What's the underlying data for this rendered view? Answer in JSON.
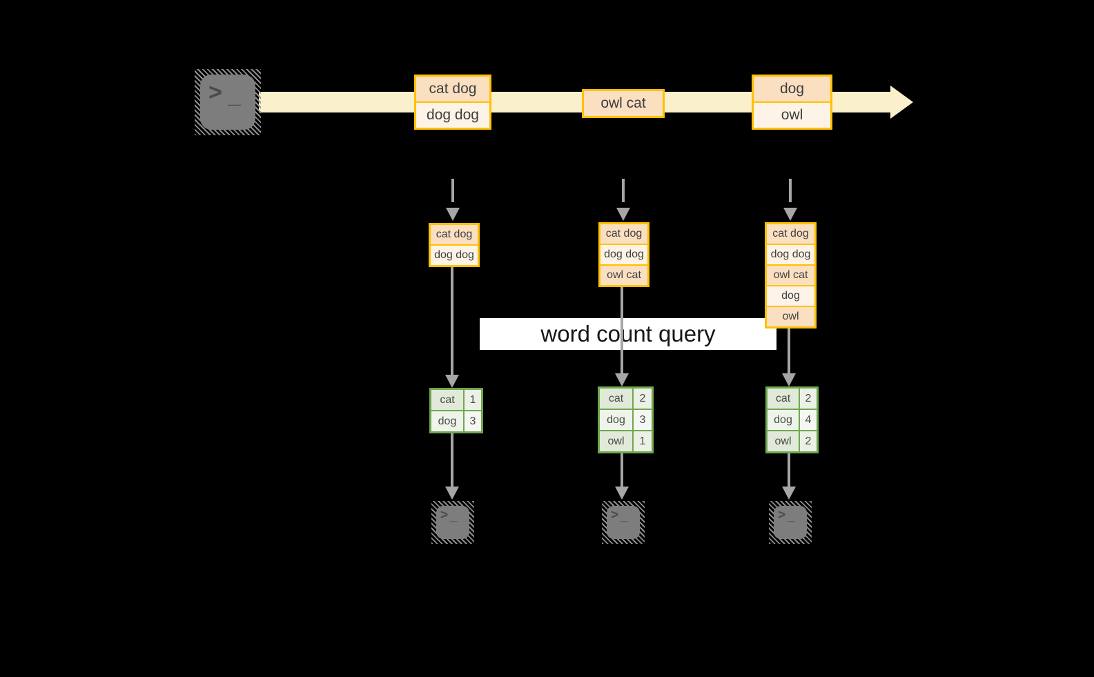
{
  "diagram": {
    "query_label": "word count query",
    "stream": {
      "batches": [
        {
          "rows": [
            "cat dog",
            "dog dog"
          ]
        },
        {
          "rows": [
            "owl cat"
          ]
        },
        {
          "rows": [
            "dog",
            "owl"
          ]
        }
      ]
    },
    "columns": [
      {
        "state_rows": [
          "cat dog",
          "dog dog"
        ],
        "result": [
          {
            "word": "cat",
            "count": "1"
          },
          {
            "word": "dog",
            "count": "3"
          }
        ]
      },
      {
        "state_rows": [
          "cat dog",
          "dog dog",
          "owl cat"
        ],
        "result": [
          {
            "word": "cat",
            "count": "2"
          },
          {
            "word": "dog",
            "count": "3"
          },
          {
            "word": "owl",
            "count": "1"
          }
        ]
      },
      {
        "state_rows": [
          "cat dog",
          "dog dog",
          "owl cat",
          "dog",
          "owl"
        ],
        "result": [
          {
            "word": "cat",
            "count": "2"
          },
          {
            "word": "dog",
            "count": "4"
          },
          {
            "word": "owl",
            "count": "2"
          }
        ]
      }
    ],
    "icons": {
      "source": "terminal-icon",
      "sinks": [
        "terminal-icon",
        "terminal-icon",
        "terminal-icon"
      ],
      "glyph": {
        "prompt": ">",
        "cursor": "_"
      }
    },
    "colors": {
      "background": "#000000",
      "stream_band": "#FAF0CB",
      "box_border": "#FFC000",
      "box_fill_dark": "#FBDFC1",
      "box_fill_light": "#FDF3E6",
      "table_border": "#6FA84F",
      "table_fill_dark": "#E1EAD8",
      "table_fill_light": "#EFF4EB",
      "arrow_gray": "#A6A6A6",
      "label_bg": "#FFFFFF"
    }
  }
}
